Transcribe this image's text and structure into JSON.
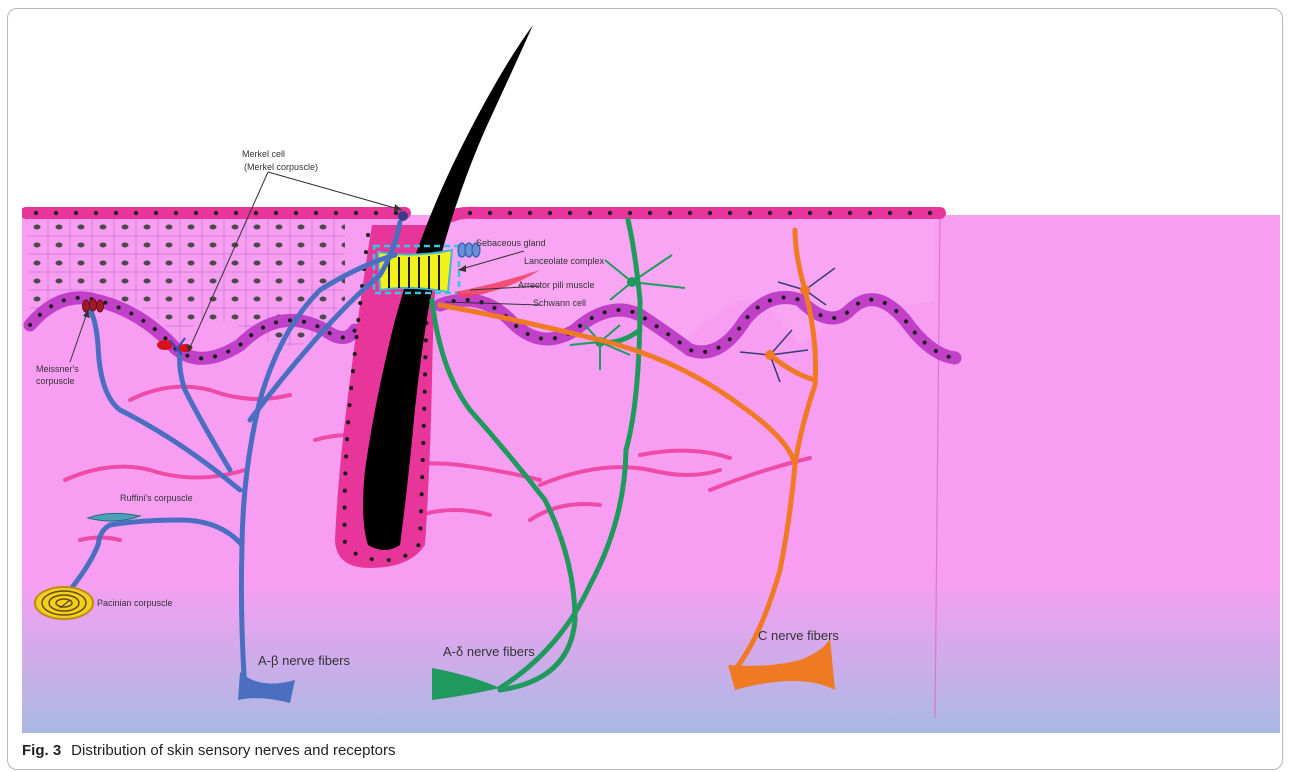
{
  "caption": {
    "label": "Fig. 3",
    "text": "Distribution of skin sensory nerves and receptors"
  },
  "labels": {
    "merkel_cell": "Merkel cell",
    "merkel_corpuscle": "(Merkel corpuscle)",
    "sebaceous_gland": "Sebaceous gland",
    "lanceolate_complex": "Lanceolate complex",
    "arrector_pili_muscle": "Arrector pili muscle",
    "schwann_cell": "Schwann cell",
    "meissner_line1": "Meissner's",
    "meissner_line2": "corpuscle",
    "ruffini": "Ruffini's corpuscle",
    "pacinian": "Pacinian corpuscle",
    "a_beta": "A-β nerve fibers",
    "a_delta": "A-δ nerve fibers",
    "c_fibers": "C nerve fibers"
  },
  "colors": {
    "a_beta_fiber": "#4a6fc0",
    "a_delta_fiber": "#1f9a5c",
    "c_fiber": "#f07a24",
    "epidermis_band": "#e8359a",
    "dermis": "#f89bf3",
    "hair": "#000000",
    "lanceolate": "#f2f21a"
  }
}
